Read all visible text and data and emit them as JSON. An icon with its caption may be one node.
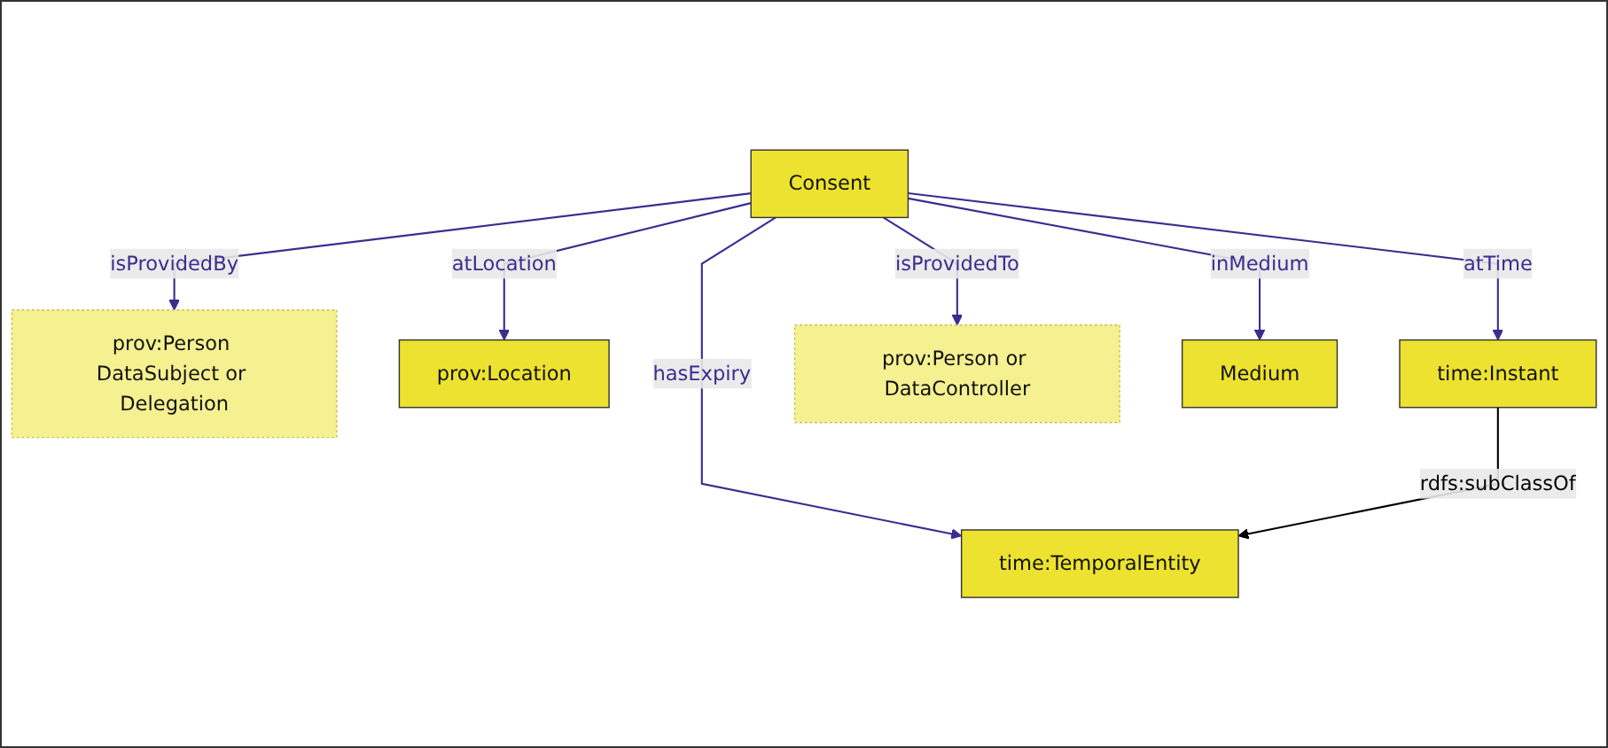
{
  "diagram": {
    "nodes": [
      {
        "text": [
          "prov:Person DataSubject or Delegation"
        ]
      },
      {
        "text": [
          "time:TemporalEntity"
        ]
      },
      {
        "text": [
          "Consent"
        ]
      },
      {
        "text": [
          "prov:Location"
        ]
      },
      {
        "text": [
          "time:Instant"
        ]
      },
      {
        "text": [
          "prov:Person or DataController"
        ]
      },
      {
        "text": [
          "Medium"
        ]
      }
    ],
    "edges": [
      {
        "from": 2,
        "to": 0,
        "arrow": "to",
        "label": "isProvidedBy"
      },
      {
        "from": 2,
        "to": 1,
        "arrow": "to",
        "label": "hasExpiry"
      },
      {
        "from": 2,
        "to": 3,
        "arrow": "to",
        "label": "atLocation"
      },
      {
        "from": 2,
        "to": 4,
        "arrow": "to",
        "label": "atTime"
      },
      {
        "from": 2,
        "to": 5,
        "arrow": "to",
        "label": "isProvidedTo"
      },
      {
        "from": 2,
        "to": 6,
        "arrow": "to",
        "label": "inMedium"
      },
      {
        "from": 4,
        "to": 1,
        "arrow": "to",
        "label": "rdfs:subClassOf",
        "color": "#000000"
      }
    ]
  }
}
